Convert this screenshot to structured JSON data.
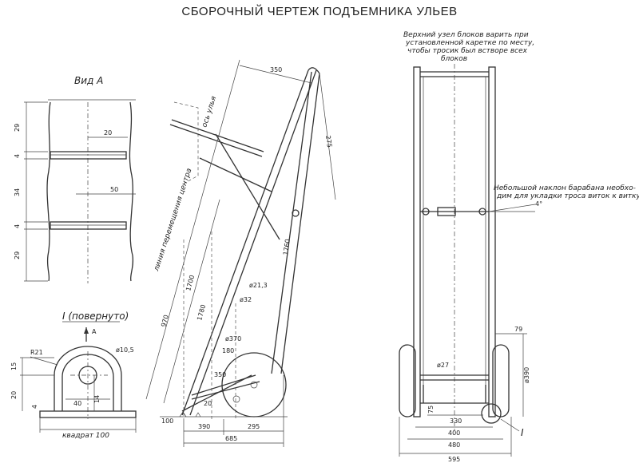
{
  "title": "СБОРОЧНЫЙ ЧЕРТЕЖ ПОДЪЕМНИКА УЛЬЕВ",
  "view_a": {
    "label": "Вид А",
    "dims": [
      "29",
      "4",
      "34",
      "4",
      "29",
      "20",
      "50"
    ]
  },
  "section_i": {
    "label": "I (повернуто)",
    "arrow_label": "А",
    "dims": [
      "R21",
      "ø10,5",
      "15",
      "20",
      "40",
      "14",
      "4"
    ],
    "base_label": "квадрат 100"
  },
  "side_view": {
    "hive_axis_label": "ось улья",
    "center_line_label": "линия перемещения центра",
    "dims": [
      "350",
      "275",
      "1760",
      "ø21,3",
      "ø32",
      "1780",
      "1700",
      "970",
      "ø370",
      "180",
      "350",
      "20",
      "100",
      "390",
      "295",
      "685"
    ]
  },
  "front_view": {
    "note_top": [
      "Верхний узел блоков варить при",
      "установленной каретке по месту,",
      "чтобы тросик был встворе всех",
      "блоков"
    ],
    "note_side": [
      "Небольшой наклон барабана необхо-",
      "дим для укладки троса виток к витку"
    ],
    "dims": [
      "79",
      "ø27",
      "ø390",
      "75",
      "330",
      "400",
      "480",
      "595",
      "4°"
    ],
    "detail_label": "I"
  }
}
